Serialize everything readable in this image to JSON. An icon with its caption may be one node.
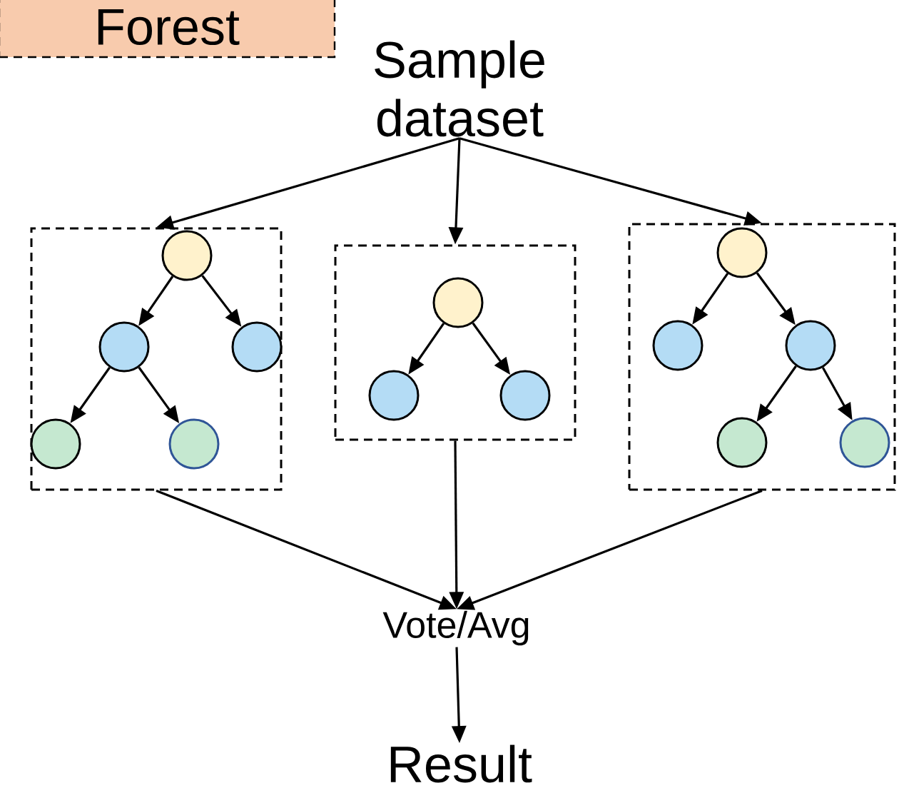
{
  "diagram": {
    "nodes": [
      {
        "text": [
          "Forest"
        ]
      },
      {
        "text": [
          "Sample dataset"
        ]
      },
      {
        "text": [],
        "shape": "box"
      },
      {
        "text": [],
        "shape": "circle",
        "in": 2
      },
      {
        "text": [],
        "shape": "circle",
        "in": 2
      },
      {
        "text": [],
        "shape": "circle",
        "in": 2
      },
      {
        "text": [],
        "shape": "circle",
        "in": 2
      },
      {
        "text": [],
        "shape": "circle",
        "in": 2
      },
      {
        "text": [],
        "shape": "box"
      },
      {
        "text": [],
        "shape": "circle",
        "in": 8
      },
      {
        "text": [],
        "shape": "circle",
        "in": 8
      },
      {
        "text": [],
        "shape": "circle",
        "in": 8
      },
      {
        "text": [],
        "shape": "box"
      },
      {
        "text": [],
        "shape": "circle",
        "in": 12
      },
      {
        "text": [],
        "shape": "circle",
        "in": 12
      },
      {
        "text": [],
        "shape": "circle",
        "in": 12
      },
      {
        "text": [],
        "shape": "circle",
        "in": 12
      },
      {
        "text": [],
        "shape": "circle",
        "in": 12
      },
      {
        "text": [
          "Vote/Avg"
        ]
      },
      {
        "text": [
          "Result"
        ]
      }
    ],
    "edges": [
      {
        "from": 1,
        "to": 2,
        "arrow": "to"
      },
      {
        "from": 1,
        "to": 8,
        "arrow": "to"
      },
      {
        "from": 1,
        "to": 12,
        "arrow": "to"
      },
      {
        "from": 3,
        "to": 4,
        "arrow": "to"
      },
      {
        "from": 3,
        "to": 5,
        "arrow": "to"
      },
      {
        "from": 4,
        "to": 6,
        "arrow": "to"
      },
      {
        "from": 4,
        "to": 7,
        "arrow": "to"
      },
      {
        "from": 9,
        "to": 10,
        "arrow": "to"
      },
      {
        "from": 9,
        "to": 11,
        "arrow": "to"
      },
      {
        "from": 13,
        "to": 14,
        "arrow": "to"
      },
      {
        "from": 13,
        "to": 15,
        "arrow": "to"
      },
      {
        "from": 15,
        "to": 16,
        "arrow": "to"
      },
      {
        "from": 15,
        "to": 17,
        "arrow": "to"
      },
      {
        "from": 2,
        "to": 18,
        "arrow": "to"
      },
      {
        "from": 8,
        "to": 18,
        "arrow": "to"
      },
      {
        "from": 12,
        "to": 18,
        "arrow": "to"
      },
      {
        "from": 18,
        "to": 19,
        "arrow": "to"
      }
    ]
  }
}
